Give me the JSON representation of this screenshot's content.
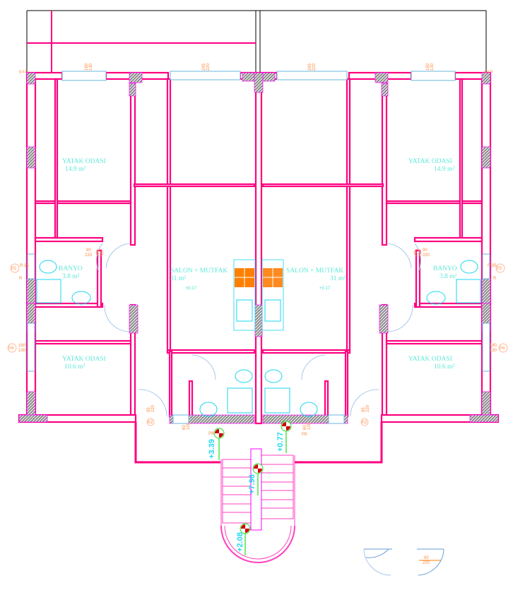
{
  "title": "Apartment floor plan",
  "colors": {
    "wall": "#ff0080",
    "fixture": "#19d6f0",
    "dimension": "#ff8a40",
    "window": "#6ab4dc",
    "hatch": "#555555",
    "stair": "#ff40c0"
  },
  "rooms": {
    "left_bedroom_1": {
      "name": "YATAK ODASI",
      "area": "14.9 m²"
    },
    "left_bathroom": {
      "name": "BANYO",
      "area": "3.8 m²"
    },
    "left_salon": {
      "name": "SALON + MUTFAK",
      "area": "31 m²",
      "level": "±0.17"
    },
    "left_bedroom_2": {
      "name": "YATAK ODASI",
      "area": "10.6 m²"
    },
    "right_bedroom_1": {
      "name": "YATAK ODASI",
      "area": "14.9 m²"
    },
    "right_bathroom": {
      "name": "BANYO",
      "area": "3.8 m²"
    },
    "right_salon": {
      "name": "SALON + MUTFAK",
      "area": "31 m²",
      "level": "+0.17"
    },
    "right_bedroom_2": {
      "name": "YATAK ODASI",
      "area": "10.6 m²"
    }
  },
  "openings": {
    "window_top_left": {
      "width": "160",
      "height": "130"
    },
    "window_top_mid_left": {
      "width": "245",
      "height": "220"
    },
    "window_top_mid_right": {
      "width": "245",
      "height": "220"
    },
    "window_top_right": {
      "width": "160",
      "height": "130"
    },
    "door_k1": {
      "tag": "K1",
      "width": "90",
      "height": "220"
    },
    "door_k2": {
      "tag": "K2",
      "width": "95",
      "height": "220"
    },
    "window_p2": {
      "tag": "P2",
      "size": "R.35"
    },
    "window_p4": {
      "tag": "P4",
      "width": "160",
      "height": "130"
    },
    "window_p8": {
      "tag": "P8",
      "width": "60",
      "height": "100"
    },
    "door_extra": {
      "width": "90",
      "height": "220"
    },
    "ysb_label": "y.s.b",
    "r_label": "R"
  },
  "elevations": [
    "+3.39",
    "+0.77",
    "+7.96",
    "+2.08"
  ]
}
